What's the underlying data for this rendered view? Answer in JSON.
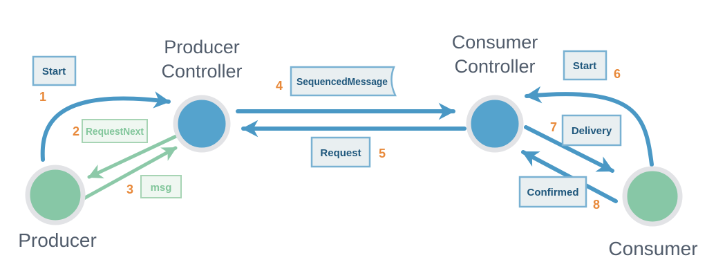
{
  "colors": {
    "node_blue": "#55a3cd",
    "node_green": "#87c7a6",
    "ring": "#e2e3e6",
    "arrow_blue": "#4a98c5",
    "arrow_green": "#8cc9a8",
    "box_blue_fill": "#e9eff1",
    "box_blue_border": "#79b1d2",
    "box_blue_text": "#1f577c",
    "box_green_fill": "#eff7f1",
    "box_green_border": "#a7d4b4",
    "box_green_text": "#82c69b",
    "number": "#e8893a",
    "title_text": "#515c6b"
  },
  "nodes": {
    "producer": {
      "label": "Producer"
    },
    "producer_controller": {
      "line1": "Producer",
      "line2": "Controller"
    },
    "consumer_controller": {
      "line1": "Consumer",
      "line2": "Controller"
    },
    "consumer": {
      "label": "Consumer"
    }
  },
  "messages": [
    {
      "seq": "1",
      "label": "Start",
      "from": "Producer",
      "to": "ProducerController"
    },
    {
      "seq": "2",
      "label": "RequestNext",
      "from": "ProducerController",
      "to": "Producer"
    },
    {
      "seq": "3",
      "label": "msg",
      "from": "Producer",
      "to": "ProducerController"
    },
    {
      "seq": "4",
      "label": "SequencedMessage",
      "from": "ProducerController",
      "to": "ConsumerController"
    },
    {
      "seq": "5",
      "label": "Request",
      "from": "ConsumerController",
      "to": "ProducerController"
    },
    {
      "seq": "6",
      "label": "Start",
      "from": "Consumer",
      "to": "ConsumerController"
    },
    {
      "seq": "7",
      "label": "Delivery",
      "from": "ConsumerController",
      "to": "Consumer"
    },
    {
      "seq": "8",
      "label": "Confirmed",
      "from": "Consumer",
      "to": "ConsumerController"
    }
  ]
}
